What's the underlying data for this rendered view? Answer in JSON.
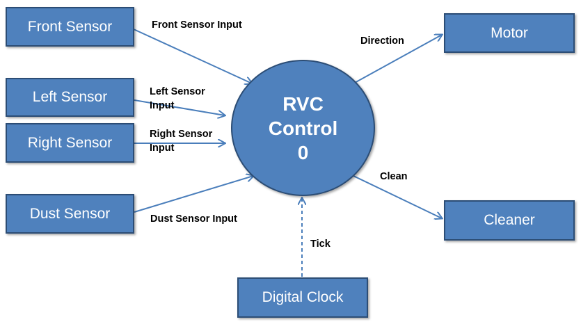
{
  "diagram": {
    "center": {
      "line1": "RVC",
      "line2": "Control",
      "line3": "0"
    },
    "entities": {
      "front_sensor": "Front Sensor",
      "left_sensor": "Left Sensor",
      "right_sensor": "Right Sensor",
      "dust_sensor": "Dust Sensor",
      "motor": "Motor",
      "cleaner": "Cleaner",
      "digital_clock": "Digital Clock"
    },
    "flows": {
      "front_sensor_input": "Front Sensor Input",
      "left_sensor_input_1": "Left Sensor",
      "left_sensor_input_2": "Input",
      "right_sensor_input_1": "Right Sensor",
      "right_sensor_input_2": "Input",
      "dust_sensor_input": "Dust Sensor Input",
      "direction": "Direction",
      "clean": "Clean",
      "tick": "Tick"
    },
    "colors": {
      "box_fill": "#4f81bd",
      "box_border": "#2c4d75",
      "arrow": "#4a7ebb"
    }
  }
}
